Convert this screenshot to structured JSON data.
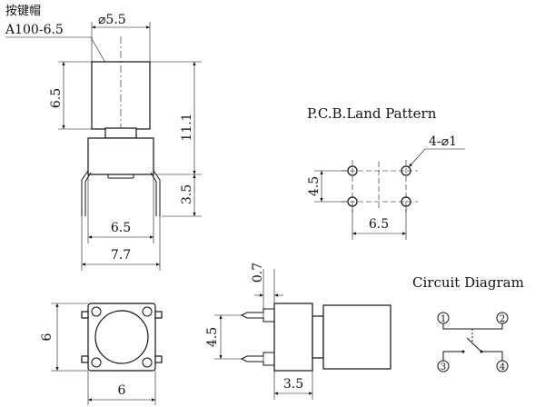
{
  "labels": {
    "keycap_name": "按键帽",
    "keycap_model": "A100-6.5",
    "pcb_title": "P.C.B.Land Pattern",
    "circuit_title": "Circuit Diagram"
  },
  "dimensions": {
    "cap_diameter": "⌀5.5",
    "cap_height": "6.5",
    "total_height": "11.1",
    "pin_length": "3.5",
    "body_width": "6.5",
    "pin_span": "7.7",
    "hole_spec": "4-⌀1",
    "pcb_vertical": "4.5",
    "pcb_horizontal": "6.5",
    "side_pin_offset": "0.7",
    "side_pin_spacing": "4.5",
    "side_depth": "3.5",
    "top_height": "6",
    "top_width": "6"
  },
  "terminals": [
    "1",
    "2",
    "3",
    "4"
  ],
  "colors": {
    "stroke": "#111111",
    "background": "#ffffff"
  }
}
